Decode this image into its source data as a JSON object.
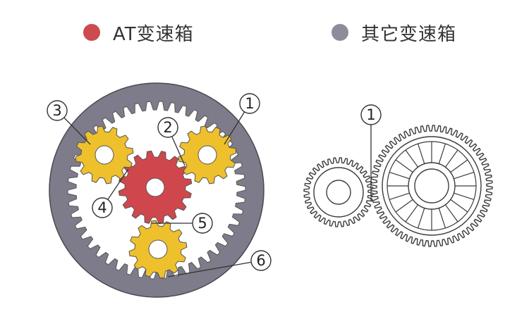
{
  "legend": {
    "at": {
      "label": "AT变速箱",
      "color": "#cc4a50"
    },
    "other": {
      "label": "其它变速箱",
      "color": "#8e8c98"
    }
  },
  "colors": {
    "ring": "#7e7c8a",
    "ring_outline": "#4a4950",
    "sun": "#cf474c",
    "planet": "#eec02c",
    "gear_outline": "#555555",
    "line_art": "#3c3c3c"
  },
  "callouts": {
    "n1": "1",
    "n2": "2",
    "n3": "3",
    "n4": "4",
    "n5": "5",
    "n6": "6",
    "other_n1": "1"
  }
}
